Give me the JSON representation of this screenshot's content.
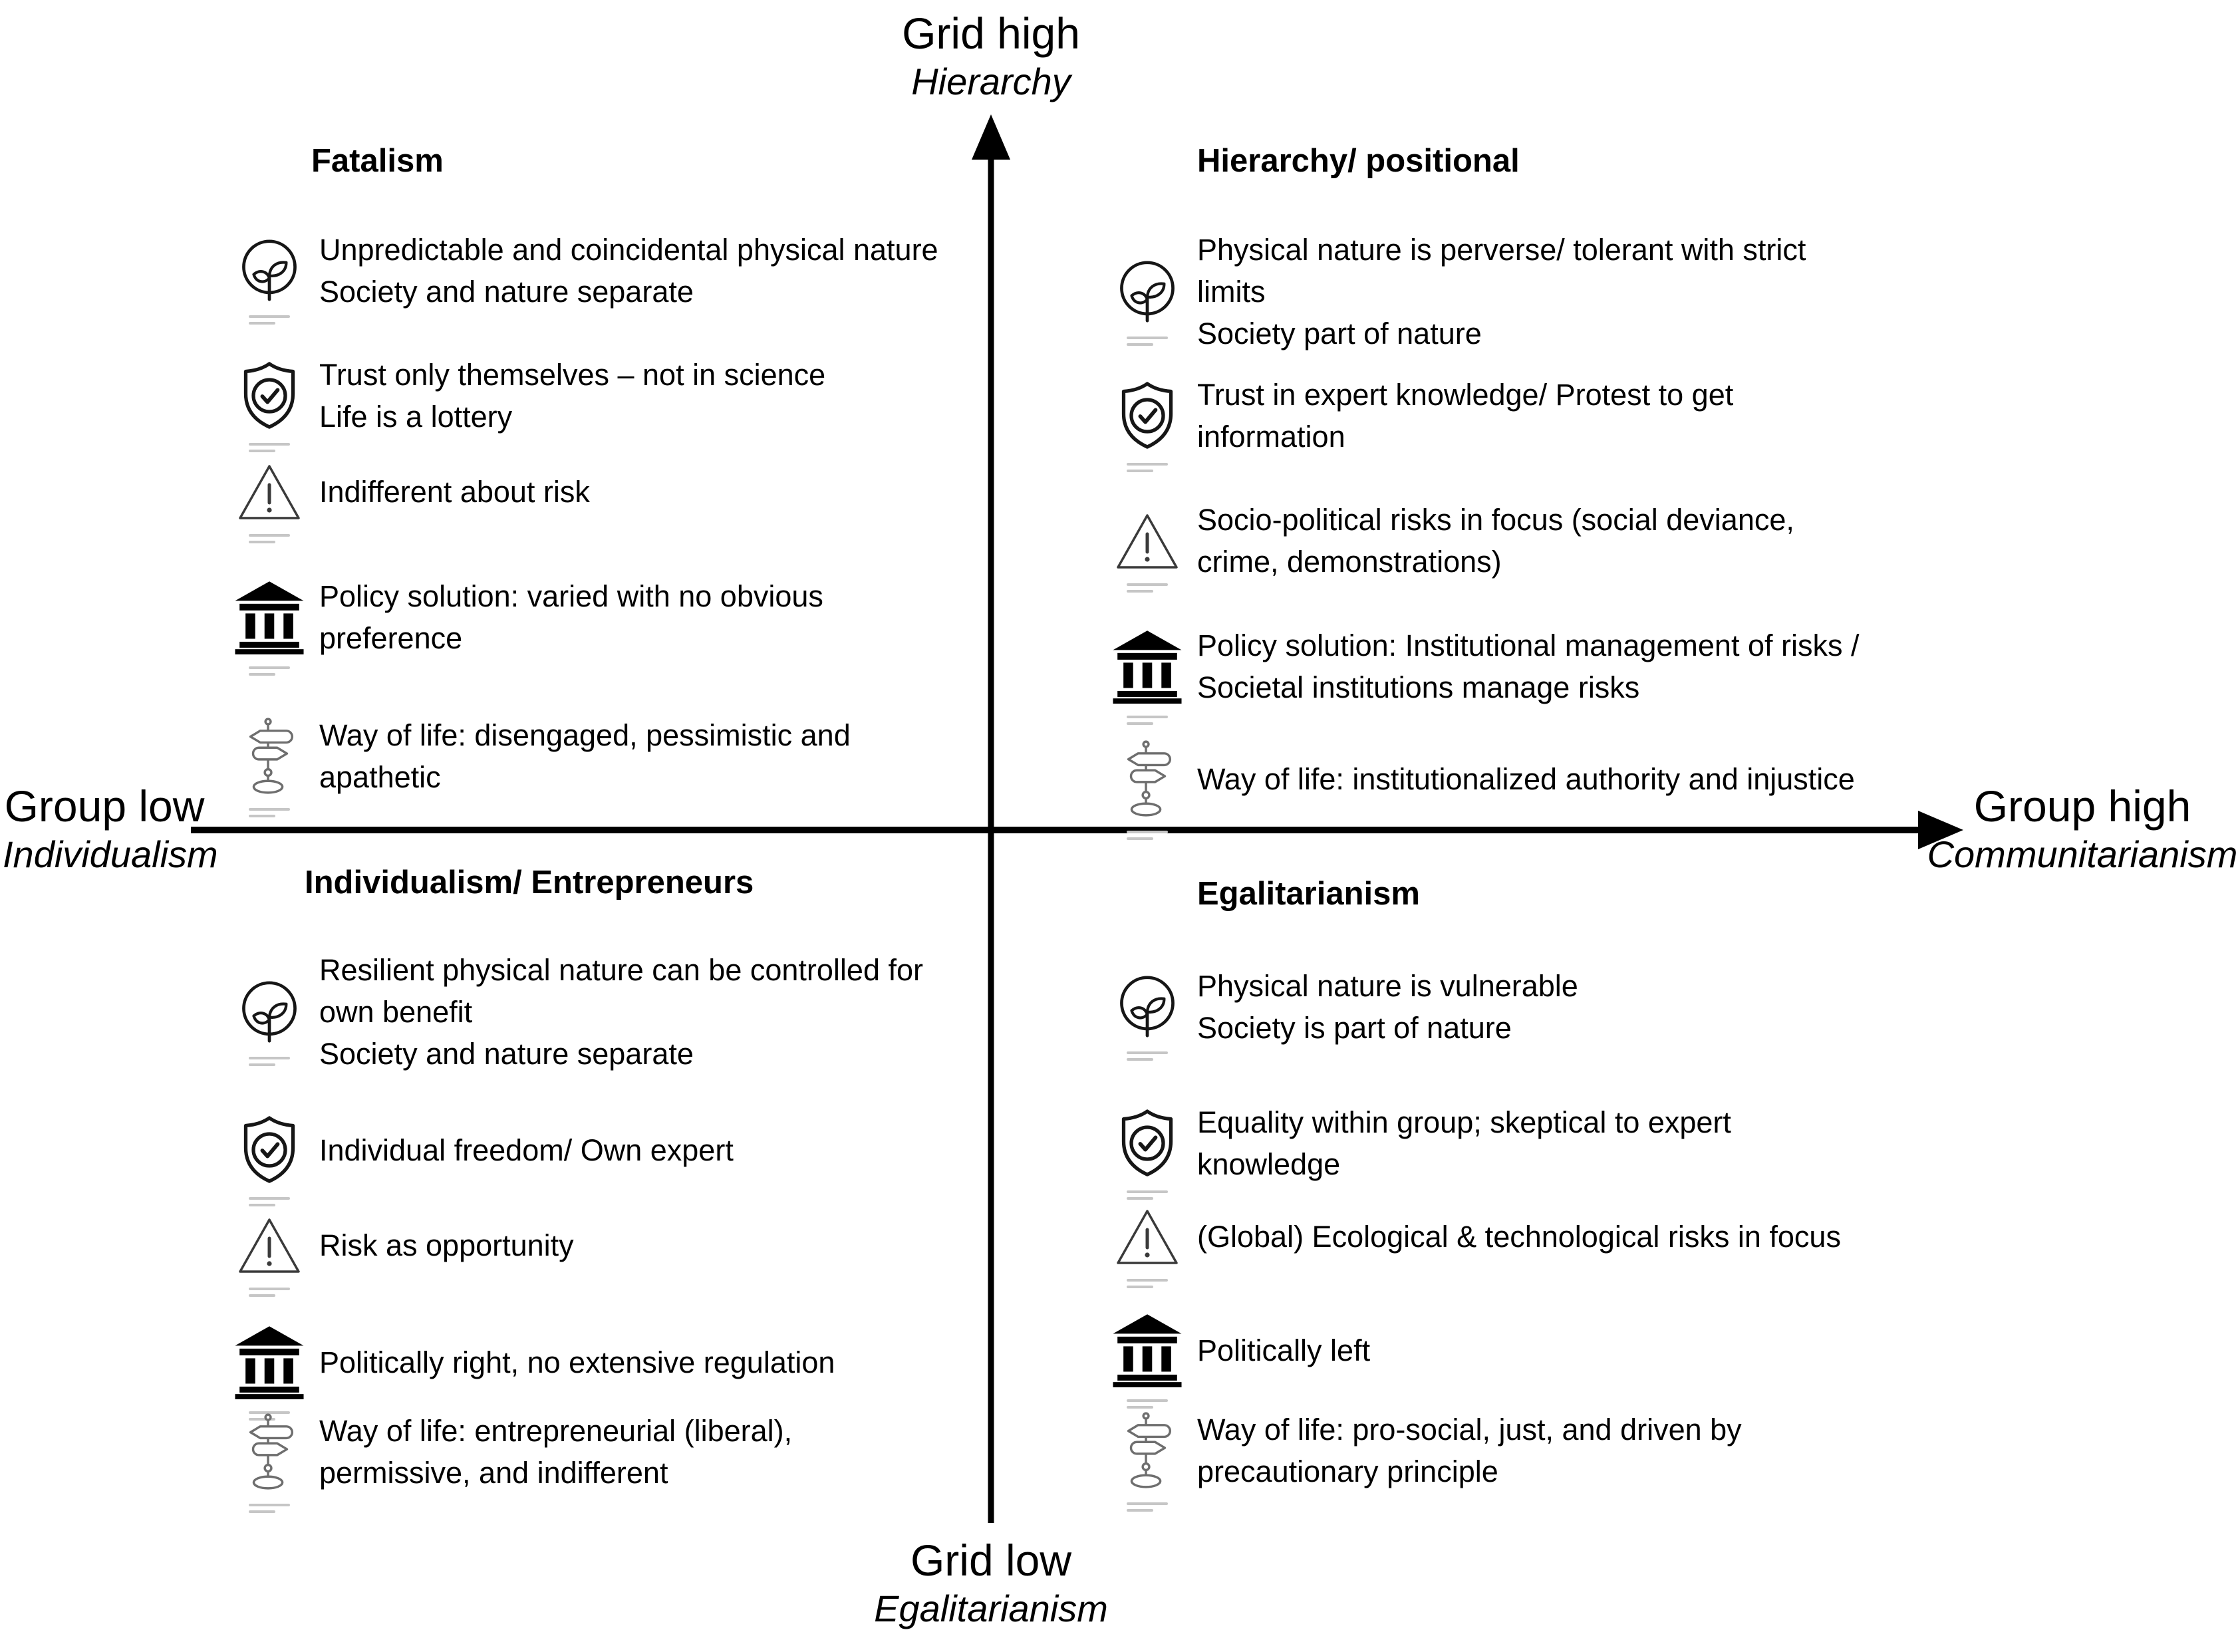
{
  "figure": {
    "background_color": "#ffffff",
    "text_color": "#000000",
    "attribution_color": "#c6c6c6"
  },
  "axes": {
    "top": {
      "label": "Grid high",
      "sublabel": "Hierarchy"
    },
    "bottom": {
      "label": "Grid low",
      "sublabel": "Egalitarianism"
    },
    "left": {
      "label": "Group low",
      "sublabel": "Individualism"
    },
    "right": {
      "label": "Group high",
      "sublabel": "Communitarianism"
    }
  },
  "quadrants": [
    {
      "id": "fatalism",
      "position": "top-left",
      "title": "Fatalism",
      "items": [
        {
          "icon": "nature-icon",
          "lines": [
            "Unpredictable and coincidental physical nature",
            "Society and nature separate"
          ]
        },
        {
          "icon": "shield-check-icon",
          "lines": [
            "Trust only themselves – not in science",
            "Life is a lottery"
          ]
        },
        {
          "icon": "warning-triangle-icon",
          "lines": [
            "Indifferent about risk"
          ]
        },
        {
          "icon": "bank-icon",
          "lines": [
            "Policy solution: varied with no obvious",
            "preference"
          ]
        },
        {
          "icon": "signpost-icon",
          "lines": [
            "Way of life: disengaged, pessimistic and",
            "apathetic"
          ]
        }
      ]
    },
    {
      "id": "hierarchy",
      "position": "top-right",
      "title": "Hierarchy/ positional",
      "items": [
        {
          "icon": "nature-icon",
          "lines": [
            "Physical nature is perverse/ tolerant with strict",
            "limits",
            "Society part of nature"
          ]
        },
        {
          "icon": "shield-check-icon",
          "lines": [
            "Trust in expert knowledge/ Protest to get",
            "information"
          ]
        },
        {
          "icon": "warning-triangle-icon",
          "lines": [
            "Socio-political risks in focus (social deviance,",
            "crime, demonstrations)"
          ]
        },
        {
          "icon": "bank-icon",
          "lines": [
            "Policy solution: Institutional management of risks /",
            "Societal institutions manage risks"
          ]
        },
        {
          "icon": "signpost-icon",
          "lines": [
            "Way of life: institutionalized authority and injustice"
          ]
        }
      ]
    },
    {
      "id": "individualism",
      "position": "bottom-left",
      "title": "Individualism/ Entrepreneurs",
      "items": [
        {
          "icon": "nature-icon",
          "lines": [
            "Resilient physical nature can be controlled for",
            "own benefit",
            "Society and nature separate"
          ]
        },
        {
          "icon": "shield-check-icon",
          "lines": [
            "Individual freedom/ Own expert"
          ]
        },
        {
          "icon": "warning-triangle-icon",
          "lines": [
            "Risk as opportunity"
          ]
        },
        {
          "icon": "bank-icon",
          "lines": [
            "Politically right, no extensive regulation"
          ]
        },
        {
          "icon": "signpost-icon",
          "lines": [
            "Way of life: entrepreneurial (liberal),",
            "permissive, and indifferent"
          ]
        }
      ]
    },
    {
      "id": "egalitarianism",
      "position": "bottom-right",
      "title": "Egalitarianism",
      "items": [
        {
          "icon": "nature-icon",
          "lines": [
            "Physical nature is vulnerable",
            "Society is part of nature"
          ]
        },
        {
          "icon": "shield-check-icon",
          "lines": [
            "Equality within group; skeptical to expert",
            "knowledge"
          ]
        },
        {
          "icon": "warning-triangle-icon",
          "lines": [
            "(Global) Ecological & technological risks in focus"
          ]
        },
        {
          "icon": "bank-icon",
          "lines": [
            "Politically left"
          ]
        },
        {
          "icon": "signpost-icon",
          "lines": [
            "Way of life: pro-social, just, and driven by",
            "precautionary principle"
          ]
        }
      ]
    }
  ]
}
